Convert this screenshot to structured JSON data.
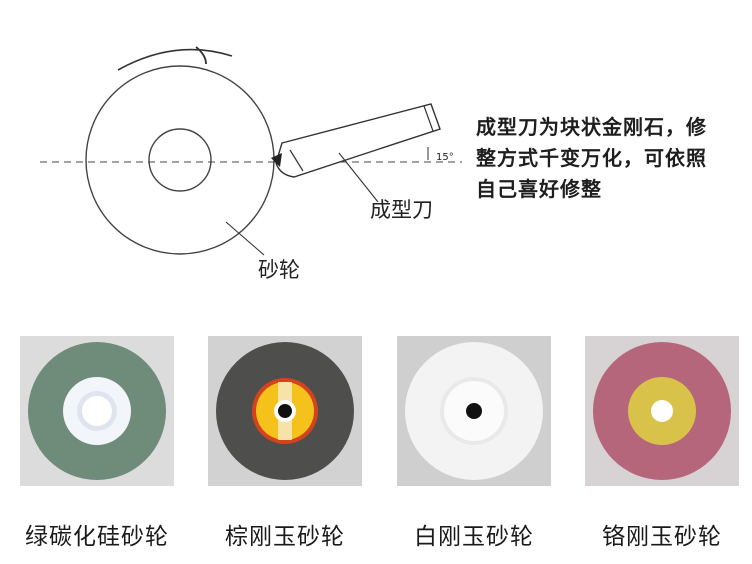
{
  "diagram": {
    "tool_label": "成型刀",
    "wheel_label": "砂轮",
    "angle_label": "15°"
  },
  "note": {
    "lines": [
      "成型刀为块状金刚石，修",
      "整方式千变万化，可依照",
      "自己喜好修整"
    ]
  },
  "wheels": [
    {
      "caption": "绿碳化硅砂轮",
      "body_color": "#6f8b79",
      "bg_color": "#dcdcdc",
      "flange_color": "#f2f6fb",
      "hole_color": "#ffffff"
    },
    {
      "caption": "棕刚玉砂轮",
      "body_color": "#4e4f4d",
      "bg_color": "#d2d2d2",
      "flange_color": "#f4c21a",
      "hole_color": "#111111"
    },
    {
      "caption": "白刚玉砂轮",
      "body_color": "#f3f3f3",
      "bg_color": "#cfcfcf",
      "flange_color": "#fbfbfb",
      "hole_color": "#111111"
    },
    {
      "caption": "铬刚玉砂轮",
      "body_color": "#b5667b",
      "bg_color": "#d7d2d4",
      "flange_color": "#d9c24a",
      "hole_color": "#ffffff"
    }
  ]
}
